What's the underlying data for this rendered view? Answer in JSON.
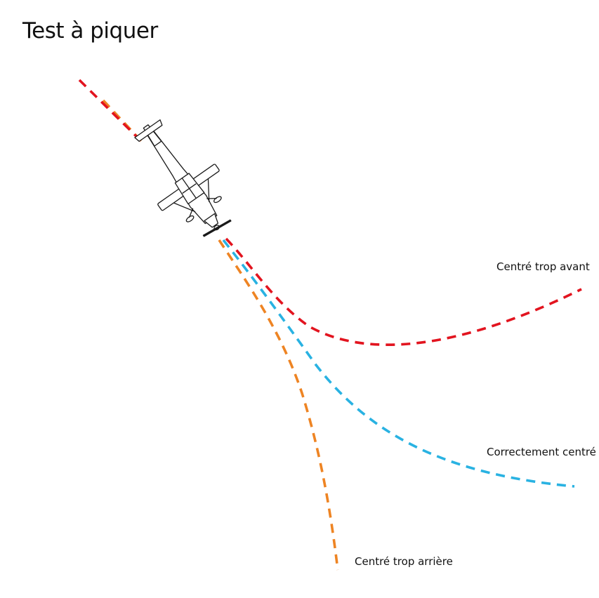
{
  "title": "Test à piquer",
  "labels": {
    "front": "Centré trop avant",
    "correct": "Correctement centré",
    "rear": "Centré trop arrière"
  },
  "colors": {
    "front": "#e2141f",
    "correct": "#29b2e2",
    "rear": "#ee8423",
    "text": "#111111"
  },
  "icons": {
    "aircraft": "aircraft-icon"
  }
}
